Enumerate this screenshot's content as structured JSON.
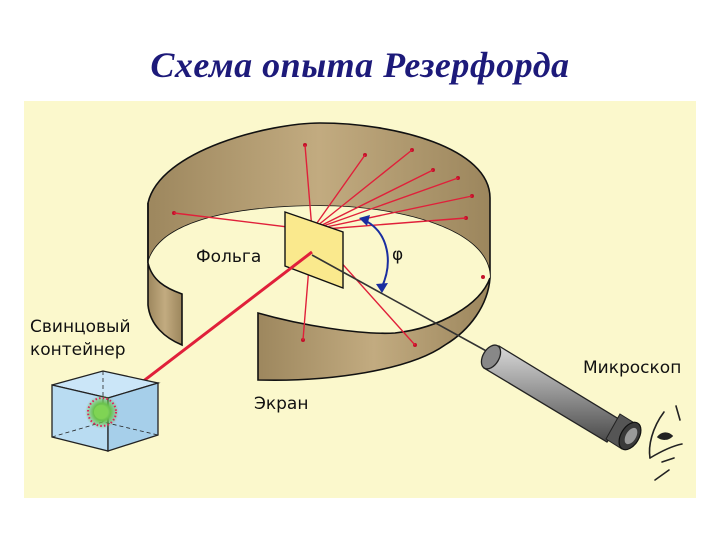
{
  "title": "Схема опыта Резерфорда",
  "labels": {
    "foil": "Фольга",
    "angle": "φ",
    "container_line1": "Свинцовый",
    "container_line2": "контейнер",
    "screen": "Экран",
    "microscope": "Микроскоп"
  },
  "colors": {
    "title": "#1d1a7a",
    "background": "#fbf8cc",
    "screen_band": "#b29a72",
    "beam": "#e0203a",
    "container": "#b9dcf2",
    "arrow": "#1a2ea0"
  },
  "icons": [
    "eye-icon",
    "microscope-icon"
  ]
}
